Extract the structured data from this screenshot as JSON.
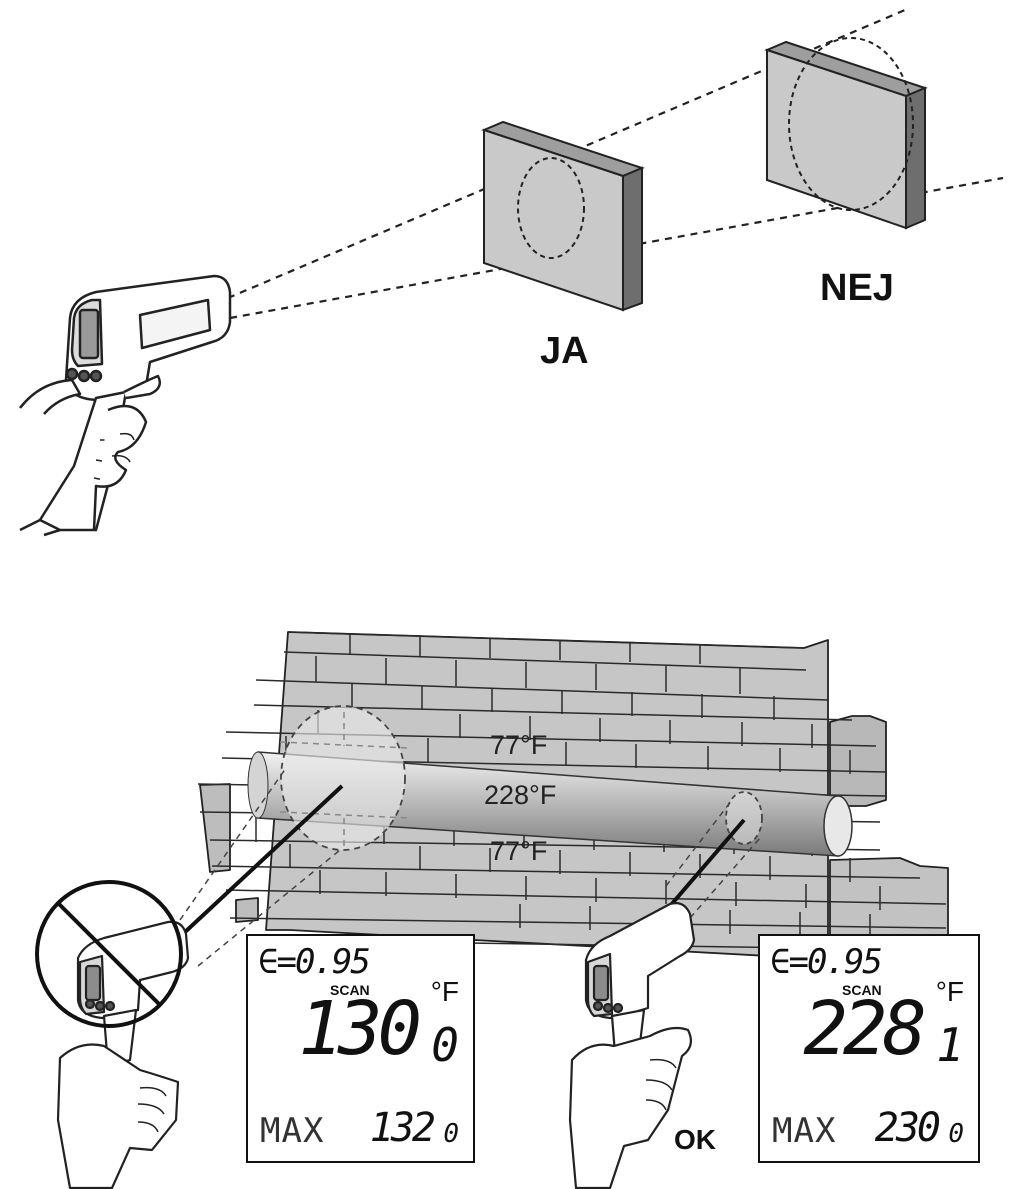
{
  "labels": {
    "yes": "JA",
    "no": "NEJ",
    "ok": "OK"
  },
  "temperatures": {
    "upper": "77°F",
    "pipe": "228°F",
    "lower": "77°F"
  },
  "displays": [
    {
      "emissivity": "∈=0.95",
      "mode": "SCAN",
      "unit": "°F",
      "reading_int": "130",
      "reading_dec": "0",
      "max_label": "MAX",
      "max_int": "132",
      "max_dec": "0"
    },
    {
      "emissivity": "∈=0.95",
      "mode": "SCAN",
      "unit": "°F",
      "reading_int": "228",
      "reading_dec": "1",
      "max_label": "MAX",
      "max_int": "230",
      "max_dec": "0"
    }
  ],
  "icons": [
    "laser-warning-icon",
    "prohibited-icon"
  ],
  "colors": {
    "target_fill": "#c9c9c9",
    "brick_fill": "#c6c6c6",
    "line": "#1a1a1a"
  }
}
